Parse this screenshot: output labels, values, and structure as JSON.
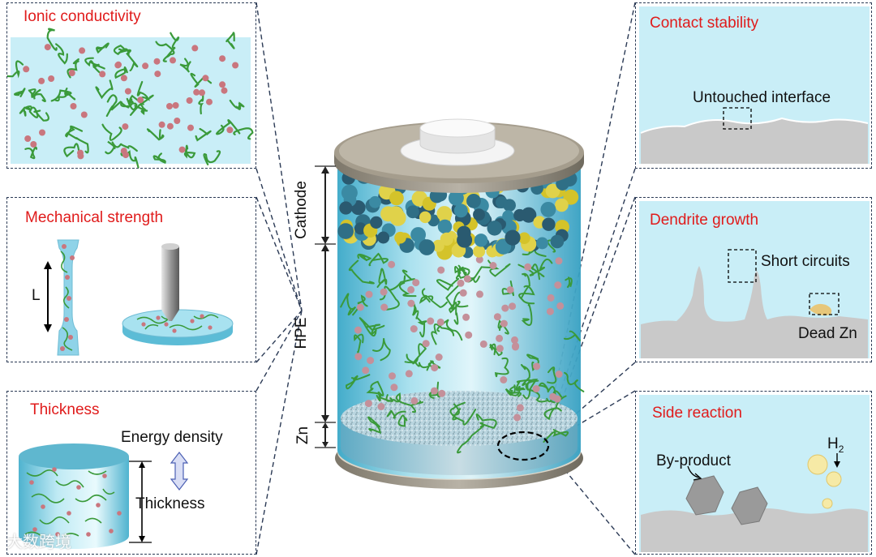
{
  "panels": {
    "ionic": {
      "title": "Ionic conductivity"
    },
    "mechanical": {
      "title": "Mechanical strength",
      "length_label": "L"
    },
    "thickness": {
      "title": "Thickness",
      "energy_label": "Energy density",
      "thickness_label": "Thickness"
    },
    "contact": {
      "title": "Contact stability",
      "interface_label": "Untouched interface"
    },
    "dendrite": {
      "title": "Dendrite growth",
      "short_label": "Short circuits",
      "dead_label": "Dead Zn"
    },
    "side": {
      "title": "Side reaction",
      "byproduct_label": "By-product",
      "h2_label": "H",
      "h2_sub": "2"
    }
  },
  "battery": {
    "cathode_label": "Cathode",
    "hpe_label": "HPE",
    "zn_label": "Zn"
  },
  "watermark": "大数跨境",
  "colors": {
    "title_red": "#e01b1b",
    "electrolyte_blue": "#c9eef7",
    "polymer_green": "#3a9a3a",
    "ion_pink": "#c9767e",
    "zinc_gray": "#c9c9c9",
    "dash_navy": "#2b3a55"
  }
}
